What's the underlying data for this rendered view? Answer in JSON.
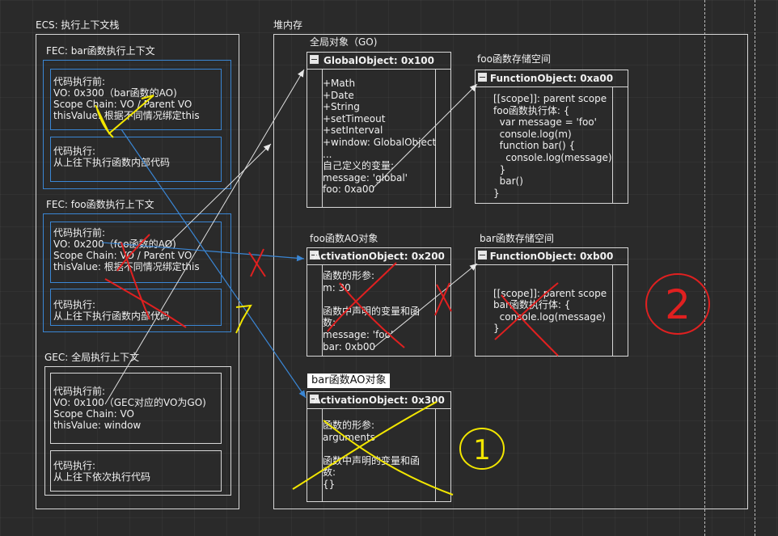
{
  "ecs": {
    "title": "ECS: 执行上下文栈",
    "fec_bar": {
      "title": "FEC: bar函数执行上下文",
      "before": "代码执行前:\nVO: 0x300（bar函数的AO)\nScope Chain: VO / Parent VO\nthisValue: 根据不同情况绑定this",
      "during": "代码执行:\n从上往下执行函数内部代码"
    },
    "fec_foo": {
      "title": "FEC: foo函数执行上下文",
      "before": "代码执行前:\nVO: 0x200（foo函数的AO)\nScope Chain: VO / Parent VO\nthisValue: 根据不同情况绑定this",
      "during": "代码执行:\n从上往下执行函数内部代码"
    },
    "gec": {
      "title": "GEC: 全局执行上下文",
      "before": "代码执行前:\nVO: 0x100（GEC对应的VO为GO)\nScope Chain: VO\nthisValue: window",
      "during": "代码执行:\n从上往下依次执行代码"
    }
  },
  "heap": {
    "title": "堆内存",
    "go": {
      "caption": "全局对象（GO)",
      "header": "GlobalObject: 0x100",
      "body": "+Math\n+Date\n+String\n+setTimeout\n+setInterval\n+window: GlobalObject\n...\n自己定义的变量:\nmessage: 'global'\nfoo: 0xa00"
    },
    "foo_fn": {
      "caption": "foo函数存储空间",
      "header": "FunctionObject: 0xa00",
      "body": "[[scope]]: parent scope\nfoo函数执行体: {\n  var message = 'foo'\n  console.log(m)\n  function bar() {\n    console.log(message)\n  }\n  bar()\n}"
    },
    "foo_ao": {
      "caption": "foo函数AO对象",
      "header": "ActivationObject: 0x200",
      "body": "函数的形参:\nm: 30\n\n函数中声明的变量和函\n数:\nmessage: 'foo'\nbar: 0xb00"
    },
    "bar_fn": {
      "caption": "bar函数存储空间",
      "header": "FunctionObject: 0xb00",
      "body": "\n[[scope]]: parent scope\nbar函数执行体: {\n  console.log(message)\n}"
    },
    "bar_ao": {
      "caption": "bar函数AO对象",
      "header": "ActivationObject: 0x300",
      "body": "函数的形参:\narguments\n\n函数中声明的变量和函\n数:\n{}"
    }
  },
  "annotations": {
    "circle_1": "1",
    "circle_2": "2"
  },
  "colors": {
    "background": "#2a2a2a",
    "blue_frame": "#3a86d4",
    "red_mark": "#e02020",
    "yellow_mark": "#f2e600"
  }
}
